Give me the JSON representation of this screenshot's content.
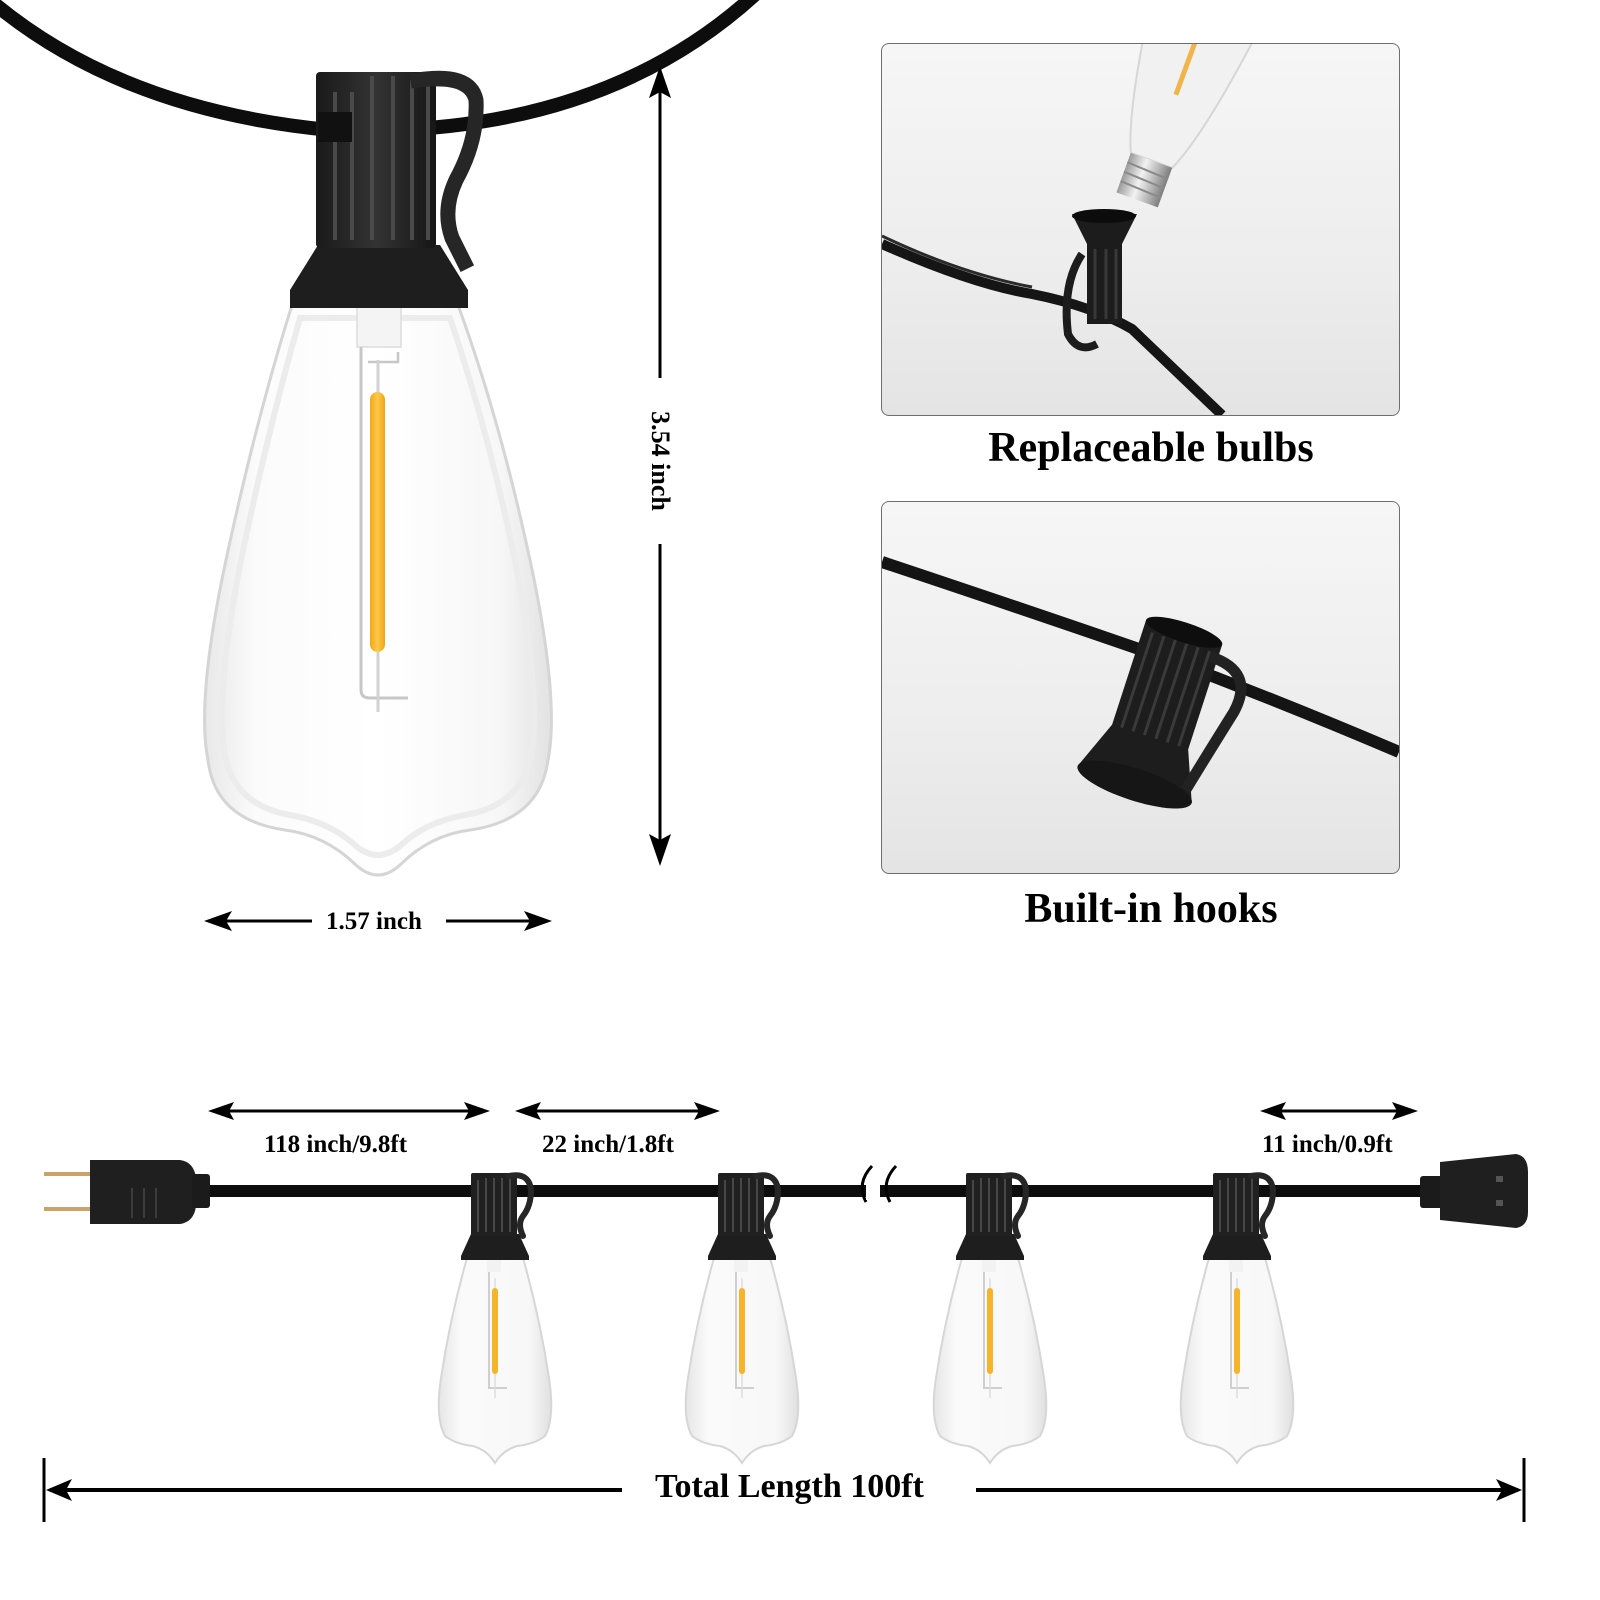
{
  "hero_bulb": {
    "height_label": "3.54 inch",
    "width_label": "1.57 inch"
  },
  "features": [
    {
      "caption": "Replaceable bulbs",
      "photo": "bulb-being-screwed-into-socket"
    },
    {
      "caption": "Built-in hooks",
      "photo": "socket-with-integrated-hook-on-cord"
    }
  ],
  "string_diagram": {
    "segments": [
      {
        "label": "118 inch/9.8ft",
        "meaning": "plug to first bulb"
      },
      {
        "label": "22 inch/1.8ft",
        "meaning": "spacing between bulbs"
      },
      {
        "label": "11 inch/0.9ft",
        "meaning": "last bulb to end connector"
      }
    ],
    "total_label": "Total Length 100ft",
    "bulb_count_shown": 4,
    "break_symbol": "cable-break-icon",
    "end_left": "male-plug",
    "end_right": "female-connector"
  },
  "colors": {
    "cable": "#0d0d0d",
    "socket": "#1c1c1c",
    "filament": "#f5b52a",
    "glass": "#f3f3f3",
    "prong": "#c8a46a",
    "frame_border": "#6e6e6e",
    "text": "#000000"
  }
}
